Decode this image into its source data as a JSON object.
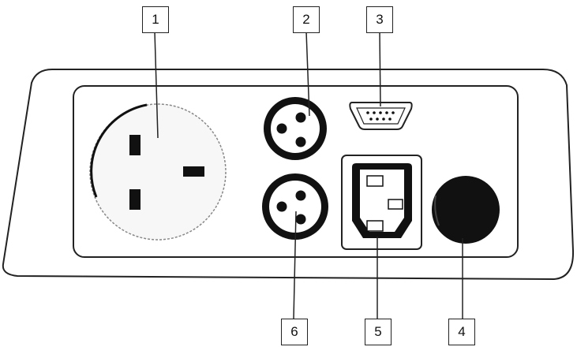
{
  "colors": {
    "stroke": "#222222",
    "fill_dark": "#111111",
    "fill_light": "#ffffff",
    "outlet_face": "#f7f7f7",
    "outlet_rim": "#888888"
  },
  "callouts": [
    {
      "id": "1",
      "label": "1",
      "part": "mains-socket"
    },
    {
      "id": "2",
      "label": "2",
      "part": "xlr-socket-upper"
    },
    {
      "id": "3",
      "label": "3",
      "part": "serial-port"
    },
    {
      "id": "4",
      "label": "4",
      "part": "rotary-knob"
    },
    {
      "id": "5",
      "label": "5",
      "part": "iec-inlet"
    },
    {
      "id": "6",
      "label": "6",
      "part": "xlr-socket-lower"
    }
  ],
  "icons": {
    "mains_socket": "uk-mains-socket-icon",
    "xlr_socket": "xlr-3-pin-socket-icon",
    "serial_port": "db9-serial-port-icon",
    "iec_inlet": "iec-power-inlet-icon",
    "knob": "rotary-knob-icon"
  }
}
